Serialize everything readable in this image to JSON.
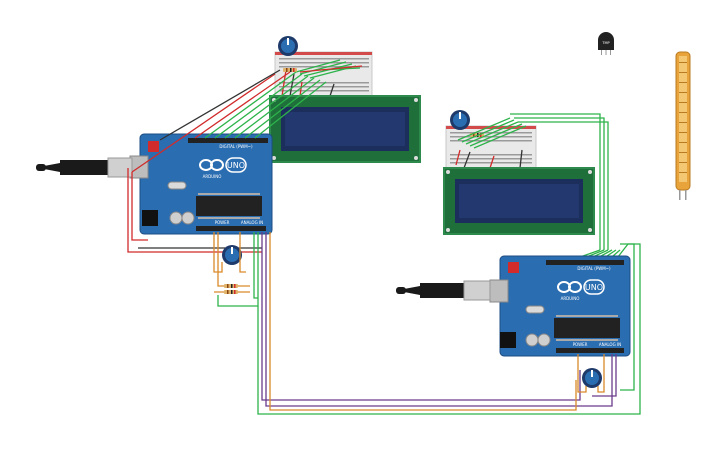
{
  "boards": [
    {
      "id": "left",
      "logo_text": "UNO",
      "brand_text": "ARDUINO",
      "digital_label": "DIGITAL (PWM~)",
      "power_label": "POWER",
      "analog_label": "ANALOG IN"
    },
    {
      "id": "right",
      "logo_text": "UNO",
      "brand_text": "ARDUINO",
      "digital_label": "DIGITAL (PWM~)",
      "power_label": "POWER",
      "analog_label": "ANALOG IN"
    }
  ],
  "sensor_label": "TMP",
  "colors": {
    "board": "#2B6DB1",
    "board_dark": "#1E4E84",
    "pcb_green": "#1E6F3A",
    "lcd_screen": "#1B2E5C",
    "wire_red": "#D12B2B",
    "wire_green": "#2DB34A",
    "wire_orange": "#D98A2B",
    "wire_purple": "#6A3B8C",
    "wire_black": "#333333",
    "breadboard": "#E9E9E9",
    "flex_sensor": "#E8A33B"
  },
  "icons": [
    "usb-plug-icon",
    "potentiometer-icon",
    "resistor-icon",
    "temperature-sensor-icon",
    "flex-sensor-icon"
  ]
}
